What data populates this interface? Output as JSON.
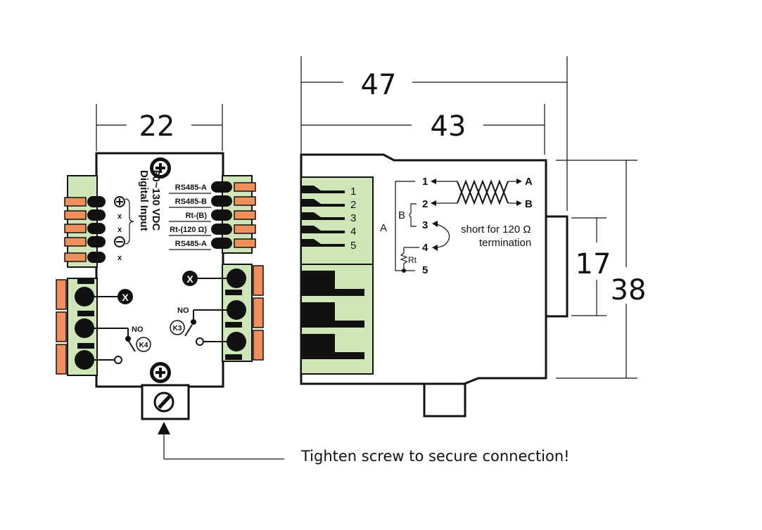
{
  "dimensions": {
    "width_left": "22",
    "width_total": "47",
    "width_inner": "43",
    "height_plug": "17",
    "height_total": "38"
  },
  "left_module": {
    "title_line1": "Digital Input",
    "title_line2": "60~130 VDC",
    "right_terminals": [
      "RS485-A",
      "RS485-B",
      "Rt-(B)",
      "Rt-(120 Ω)",
      "RS485-A"
    ],
    "left_terminals": [
      "⊕",
      "x",
      "x",
      "⊖",
      "x"
    ],
    "relay_k3": {
      "label": "K3",
      "state": "NO",
      "common": "X"
    },
    "relay_k4": {
      "label": "K4",
      "state": "NO",
      "common": "X"
    }
  },
  "right_module": {
    "pins": [
      "1",
      "2",
      "3",
      "4",
      "5"
    ],
    "wiring": {
      "pin1": "1",
      "pin2": "2",
      "pin3": "3",
      "pin4": "4",
      "pin5": "5",
      "bus_a": "A",
      "bus_b": "B",
      "group_a": "A",
      "group_b": "B",
      "rt": "Rt",
      "note_line1": "short for 120 Ω",
      "note_line2": "termination"
    }
  },
  "footer_note": "Tighten screw to secure connection!",
  "colors": {
    "terminal_green": "#cfe6b9",
    "terminal_orange": "#f1905a"
  }
}
